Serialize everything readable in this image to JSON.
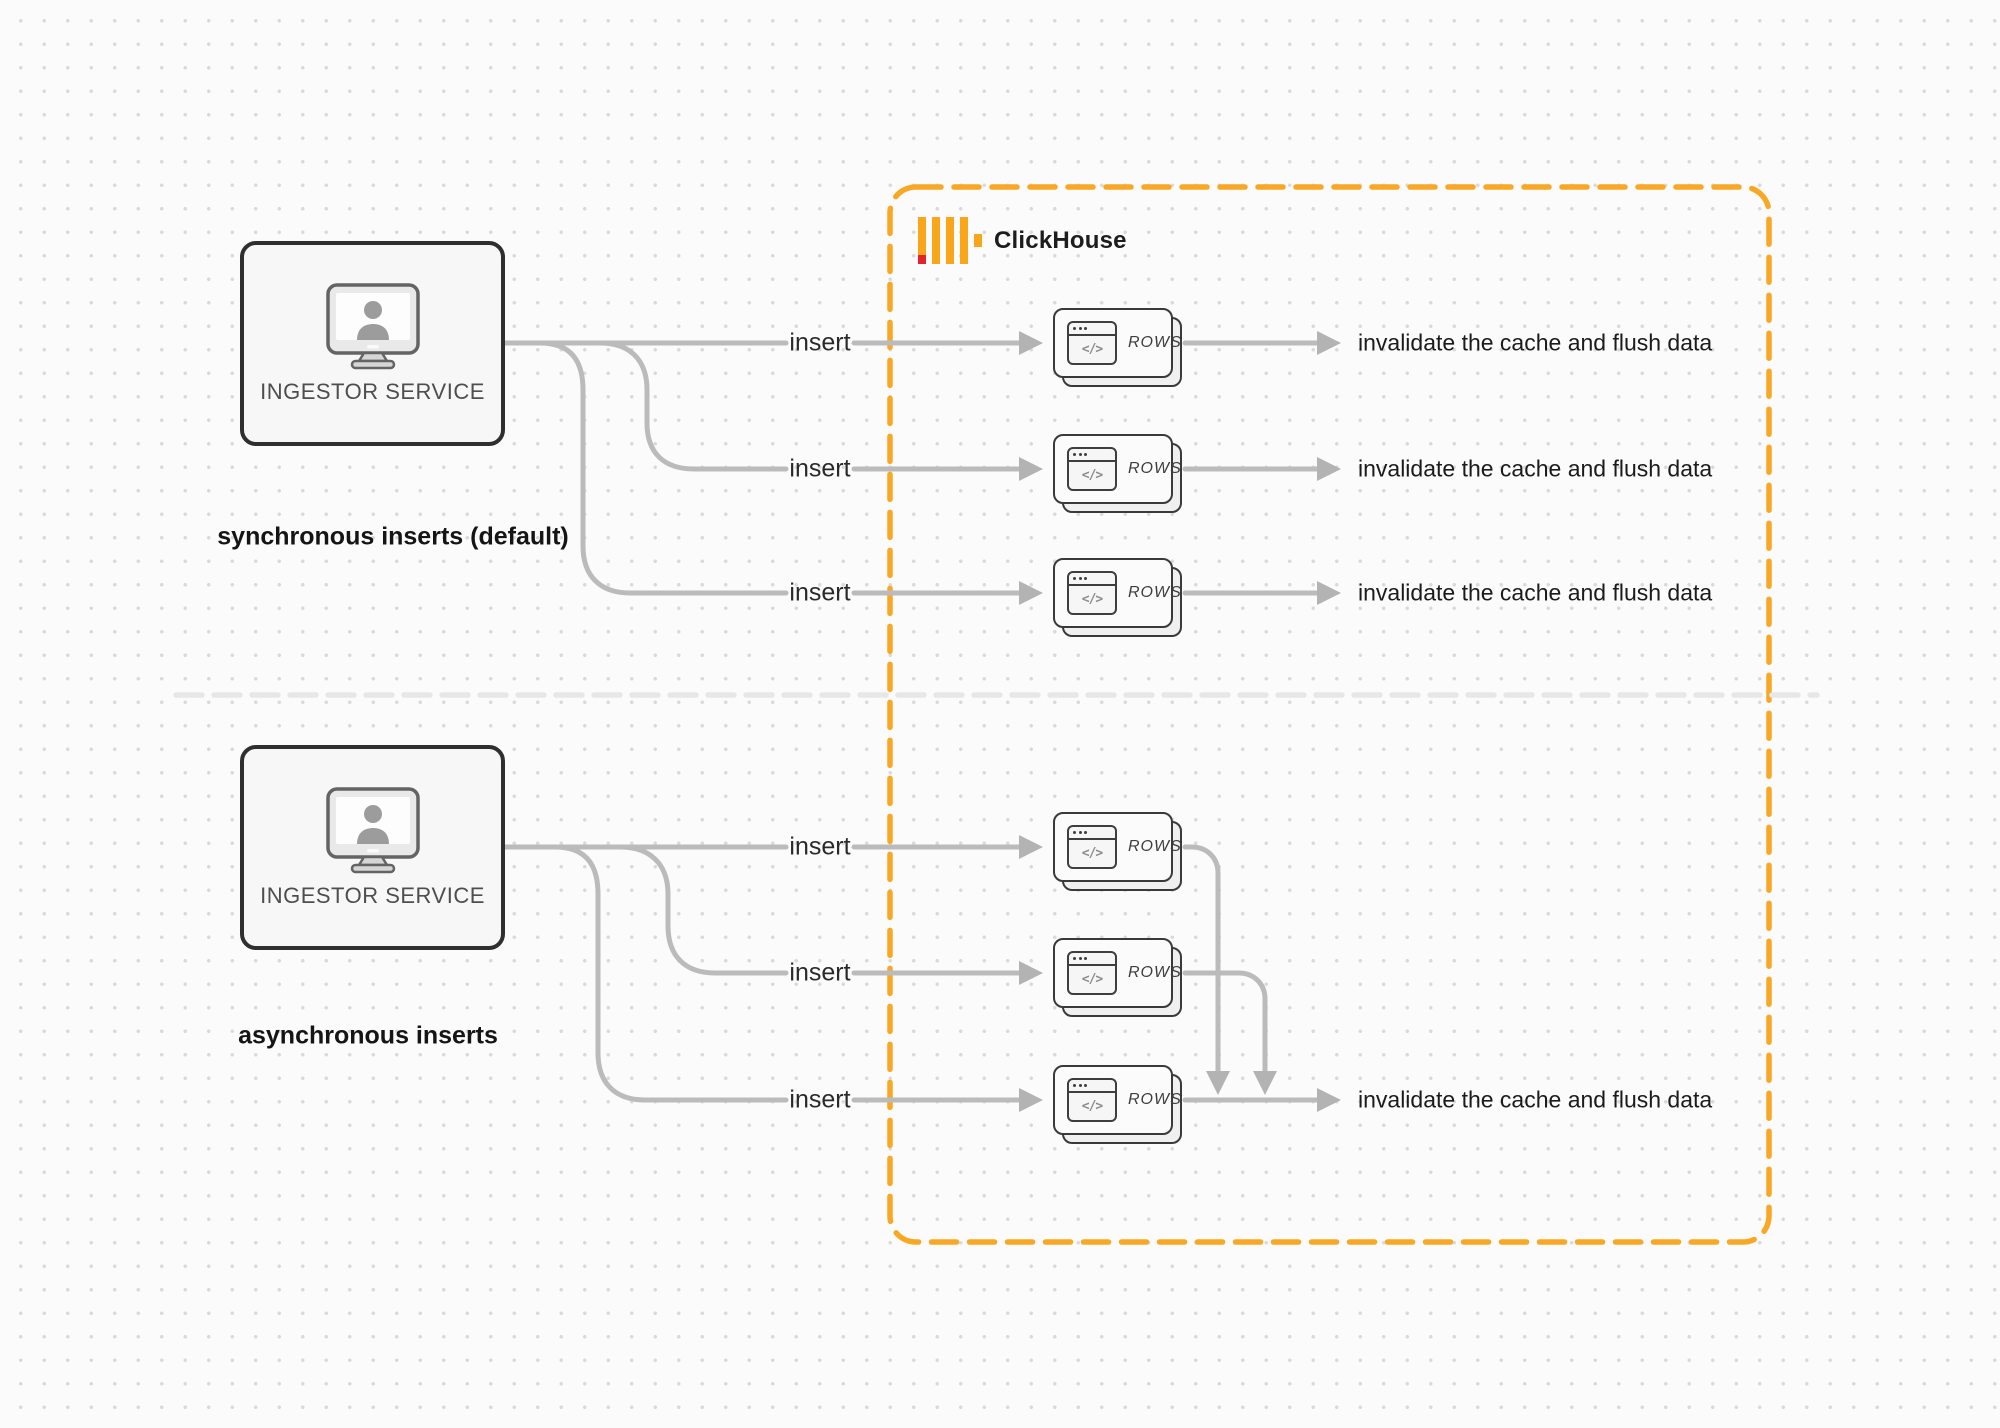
{
  "diagram": {
    "clickhouse": {
      "label": "ClickHouse"
    },
    "icons": {
      "monitor_user": "monitor-with-user-silhouette",
      "code_window": "code-browser-window",
      "code_glyph": "</>"
    },
    "colors": {
      "boundary_orange": "#F9A826",
      "logo_amber": "#FAA61A",
      "logo_red": "#E5232B",
      "connector_gray": "#BBBBBB",
      "divider_gray": "#E7E7E7"
    },
    "sections": [
      {
        "name": "synchronous",
        "source": {
          "label": "INGESTOR SERVICE"
        },
        "caption": "synchronous inserts (default)",
        "rows": [
          {
            "insert": "insert",
            "node": "ROWS",
            "result": "invalidate the cache and flush data"
          },
          {
            "insert": "insert",
            "node": "ROWS",
            "result": "invalidate the cache and flush data"
          },
          {
            "insert": "insert",
            "node": "ROWS",
            "result": "invalidate the cache and flush data"
          }
        ]
      },
      {
        "name": "asynchronous",
        "source": {
          "label": "INGESTOR SERVICE"
        },
        "caption": "asynchronous inserts",
        "rows": [
          {
            "insert": "insert",
            "node": "ROWS"
          },
          {
            "insert": "insert",
            "node": "ROWS"
          },
          {
            "insert": "insert",
            "node": "ROWS"
          }
        ],
        "result": "invalidate the cache and flush data"
      }
    ]
  }
}
